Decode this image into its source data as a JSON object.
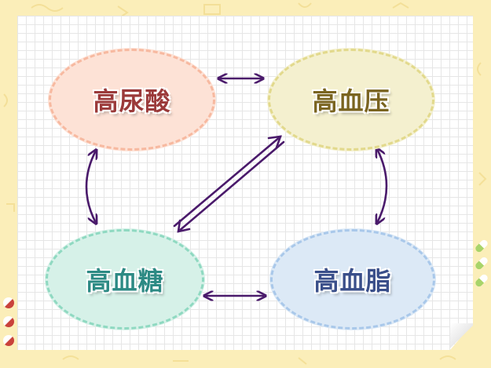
{
  "colors": {
    "background": "#fbeeb9",
    "arrow": "#4a1a6b",
    "pill_green": "#a8d46a",
    "pill_white": "#ffffff",
    "red_dot": "#c9423b"
  },
  "nodes": [
    {
      "id": "uric",
      "label": "高尿酸",
      "fill": "#fde2d6",
      "border": "#f7b9a0",
      "text": "#9b3a3a"
    },
    {
      "id": "bp",
      "label": "高血压",
      "fill": "#f4f0cf",
      "border": "#e2d98c",
      "text": "#7a6420"
    },
    {
      "id": "sugar",
      "label": "高血糖",
      "fill": "#d6f1e8",
      "border": "#8fd9c1",
      "text": "#2d8a84"
    },
    {
      "id": "lipid",
      "label": "高血脂",
      "fill": "#dce9f6",
      "border": "#a9c8ea",
      "text": "#3a4f8a"
    }
  ],
  "edges": [
    {
      "from": "uric",
      "to": "bp",
      "style": "double-arrow"
    },
    {
      "from": "uric",
      "to": "sugar",
      "style": "double-arrow"
    },
    {
      "from": "bp",
      "to": "lipid",
      "style": "double-arrow"
    },
    {
      "from": "sugar",
      "to": "lipid",
      "style": "double-arrow"
    },
    {
      "from": "sugar",
      "to": "bp",
      "style": "harpoon-pair"
    }
  ]
}
